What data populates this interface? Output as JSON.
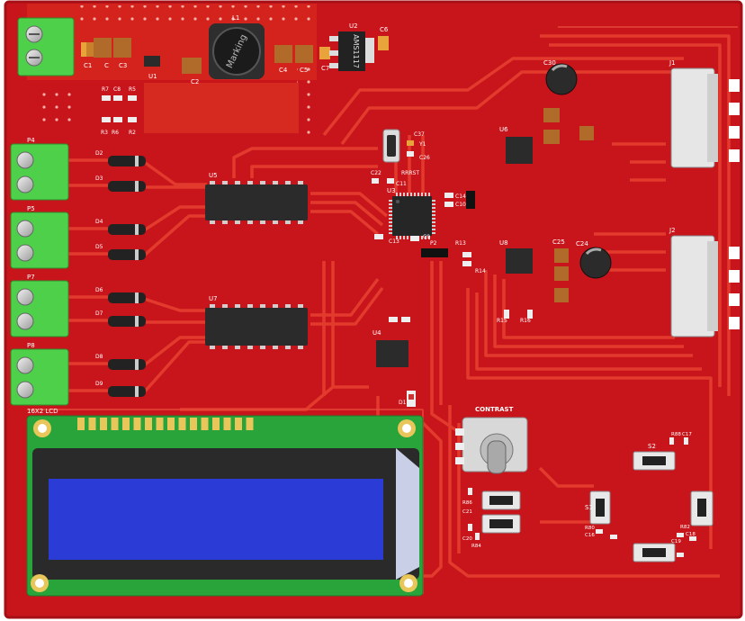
{
  "board": {
    "colors": {
      "substrate": "#c8141b",
      "trace": "#e23a2c",
      "silkscreen": "#ffffff",
      "terminal": "#4ed04a",
      "lcd_bezel": "#2a2a2a",
      "lcd_glass": "#2b3bd6",
      "lcd_pcb": "#29a43a",
      "ic_body": "#2b2b2b",
      "pad": "#e8c65a"
    },
    "labels": {
      "inductor": "Marking",
      "regulator": "AMS1117",
      "lcd": "16X2 LCD",
      "contrast": "CONTRAST"
    },
    "designators": {
      "c1": "C1",
      "c": "C",
      "c3": "C3",
      "u1": "U1",
      "c2": "C2",
      "l1": "L1",
      "c4": "C4",
      "c5": "C5",
      "c7": "C7",
      "u2": "U2",
      "c6": "C6",
      "r7": "R7",
      "c8": "C8",
      "r5": "R5",
      "r3": "R3",
      "r6": "R6",
      "r2": "R2",
      "p4": "P4",
      "p5": "P5",
      "p7": "P7",
      "p8": "P8",
      "d2": "D2",
      "d3": "D3",
      "d4": "D4",
      "d5": "D5",
      "d6": "D6",
      "d7": "D7",
      "d8": "D8",
      "d9": "D9",
      "u5": "U5",
      "u7": "U7",
      "u3": "U3",
      "u4": "U4",
      "u6": "U6",
      "u8": "U8",
      "y1": "Y1",
      "c37": "C37",
      "c26": "C26",
      "c22": "C22",
      "c11": "C11",
      "rrst": "RRRST",
      "c14": "C14",
      "c10": "C10",
      "c9": "C9",
      "c13": "C13",
      "r13": "R13",
      "r14": "R14",
      "p2": "P2",
      "c30": "C30",
      "c25": "C25",
      "c24": "C24",
      "r15": "R15",
      "r16": "R16",
      "j1": "J1",
      "j2": "J2",
      "s1": "S1",
      "s2": "S2",
      "r80": "R80",
      "c16": "C16",
      "r82": "R82",
      "c18": "C18",
      "c19": "C19",
      "c20": "C20",
      "r84": "R84",
      "r86": "R86",
      "c17": "C17",
      "c21": "C21",
      "r88": "R88",
      "d1": "D1"
    }
  }
}
